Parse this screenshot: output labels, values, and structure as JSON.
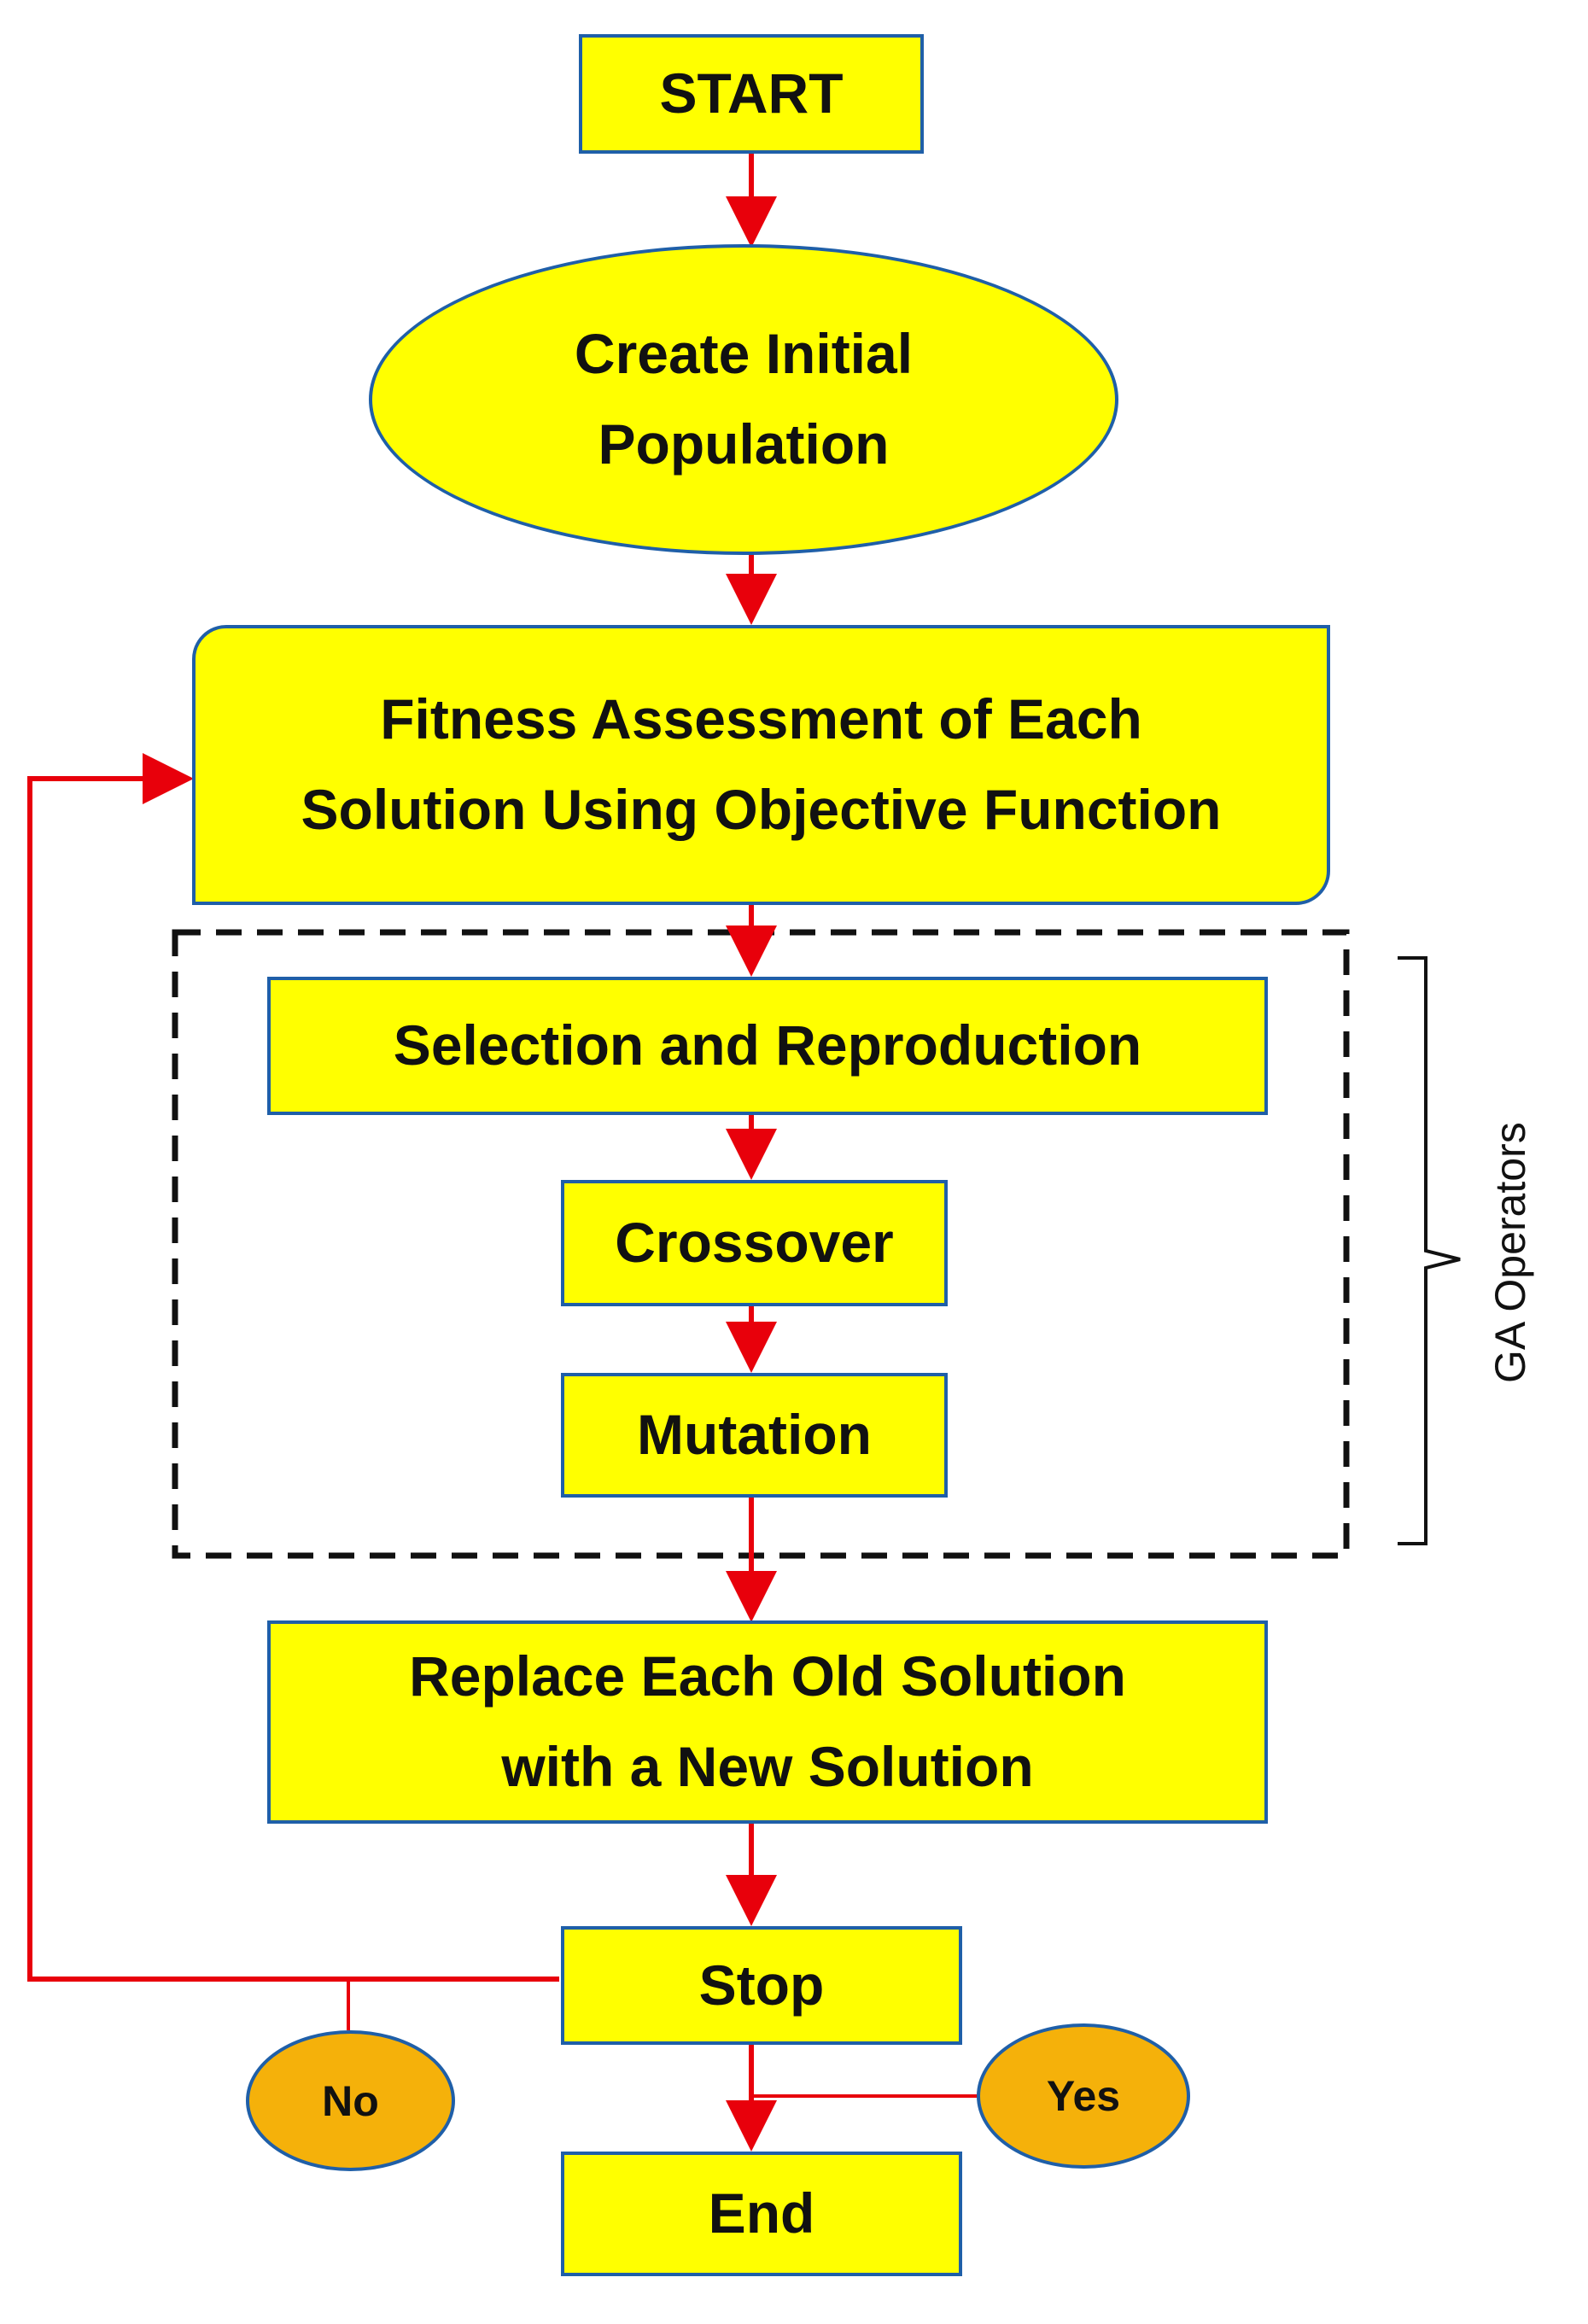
{
  "nodes": {
    "start": "START",
    "create_population": "Create Initial\nPopulation",
    "fitness": "Fitness Assessment of Each\nSolution Using Objective Function",
    "selection": "Selection and Reproduction",
    "crossover": "Crossover",
    "mutation": "Mutation",
    "replace": "Replace Each Old Solution\nwith a New Solution",
    "stop": "Stop",
    "end": "End"
  },
  "decisions": {
    "no": "No",
    "yes": "Yes"
  },
  "group_label": "GA Operators",
  "colors": {
    "box_fill": "#ffff00",
    "box_border": "#1f5fa8",
    "arrow": "#e8000b",
    "decision_fill": "#f5b10a",
    "group_border": "#111111"
  }
}
